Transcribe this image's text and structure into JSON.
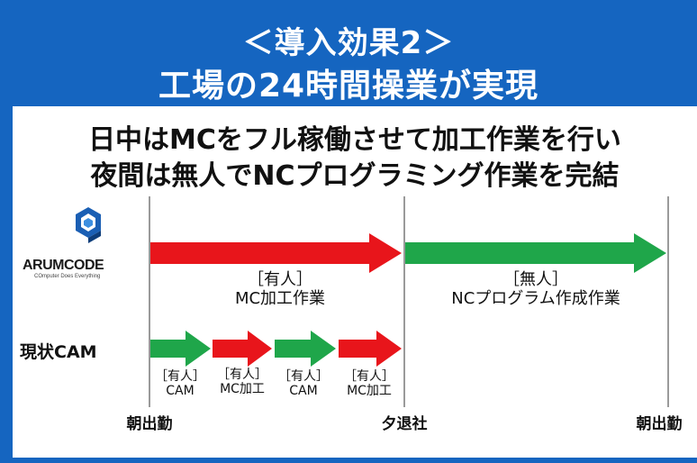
{
  "header": {
    "line1": "＜導入効果2＞",
    "line2": "工場の24時間操業が実現"
  },
  "subtitle": {
    "line1": "日中はMCをフル稼働させて加工作業を行い",
    "line2": "夜間は無人でNCプログラミング作業を完結"
  },
  "logo": {
    "name": "ARUMCODE",
    "tagline": "COmputer Does Everything",
    "icon": "cube-logo-icon"
  },
  "rows": {
    "arumcode": {
      "segments": [
        {
          "label_line1": "［有人］",
          "label_line2": "MC加工作業",
          "color": "#e8151b"
        },
        {
          "label_line1": "［無人］",
          "label_line2": "NCプログラム作成作業",
          "color": "#1fa64a"
        }
      ]
    },
    "current": {
      "label": "現状CAM",
      "segments": [
        {
          "label_line1": "［有人］",
          "label_line2": "CAM",
          "color": "#1fa64a"
        },
        {
          "label_line1": "［有人］",
          "label_line2": "MC加工",
          "color": "#e8151b"
        },
        {
          "label_line1": "［有人］",
          "label_line2": "CAM",
          "color": "#1fa64a"
        },
        {
          "label_line1": "［有人］",
          "label_line2": "MC加工",
          "color": "#e8151b"
        }
      ]
    }
  },
  "timeline": {
    "start": "朝出勤",
    "middle": "夕退社",
    "end": "朝出勤"
  },
  "colors": {
    "frame": "#1565c0",
    "manned": "#e8151b",
    "unmanned": "#1fa64a"
  }
}
